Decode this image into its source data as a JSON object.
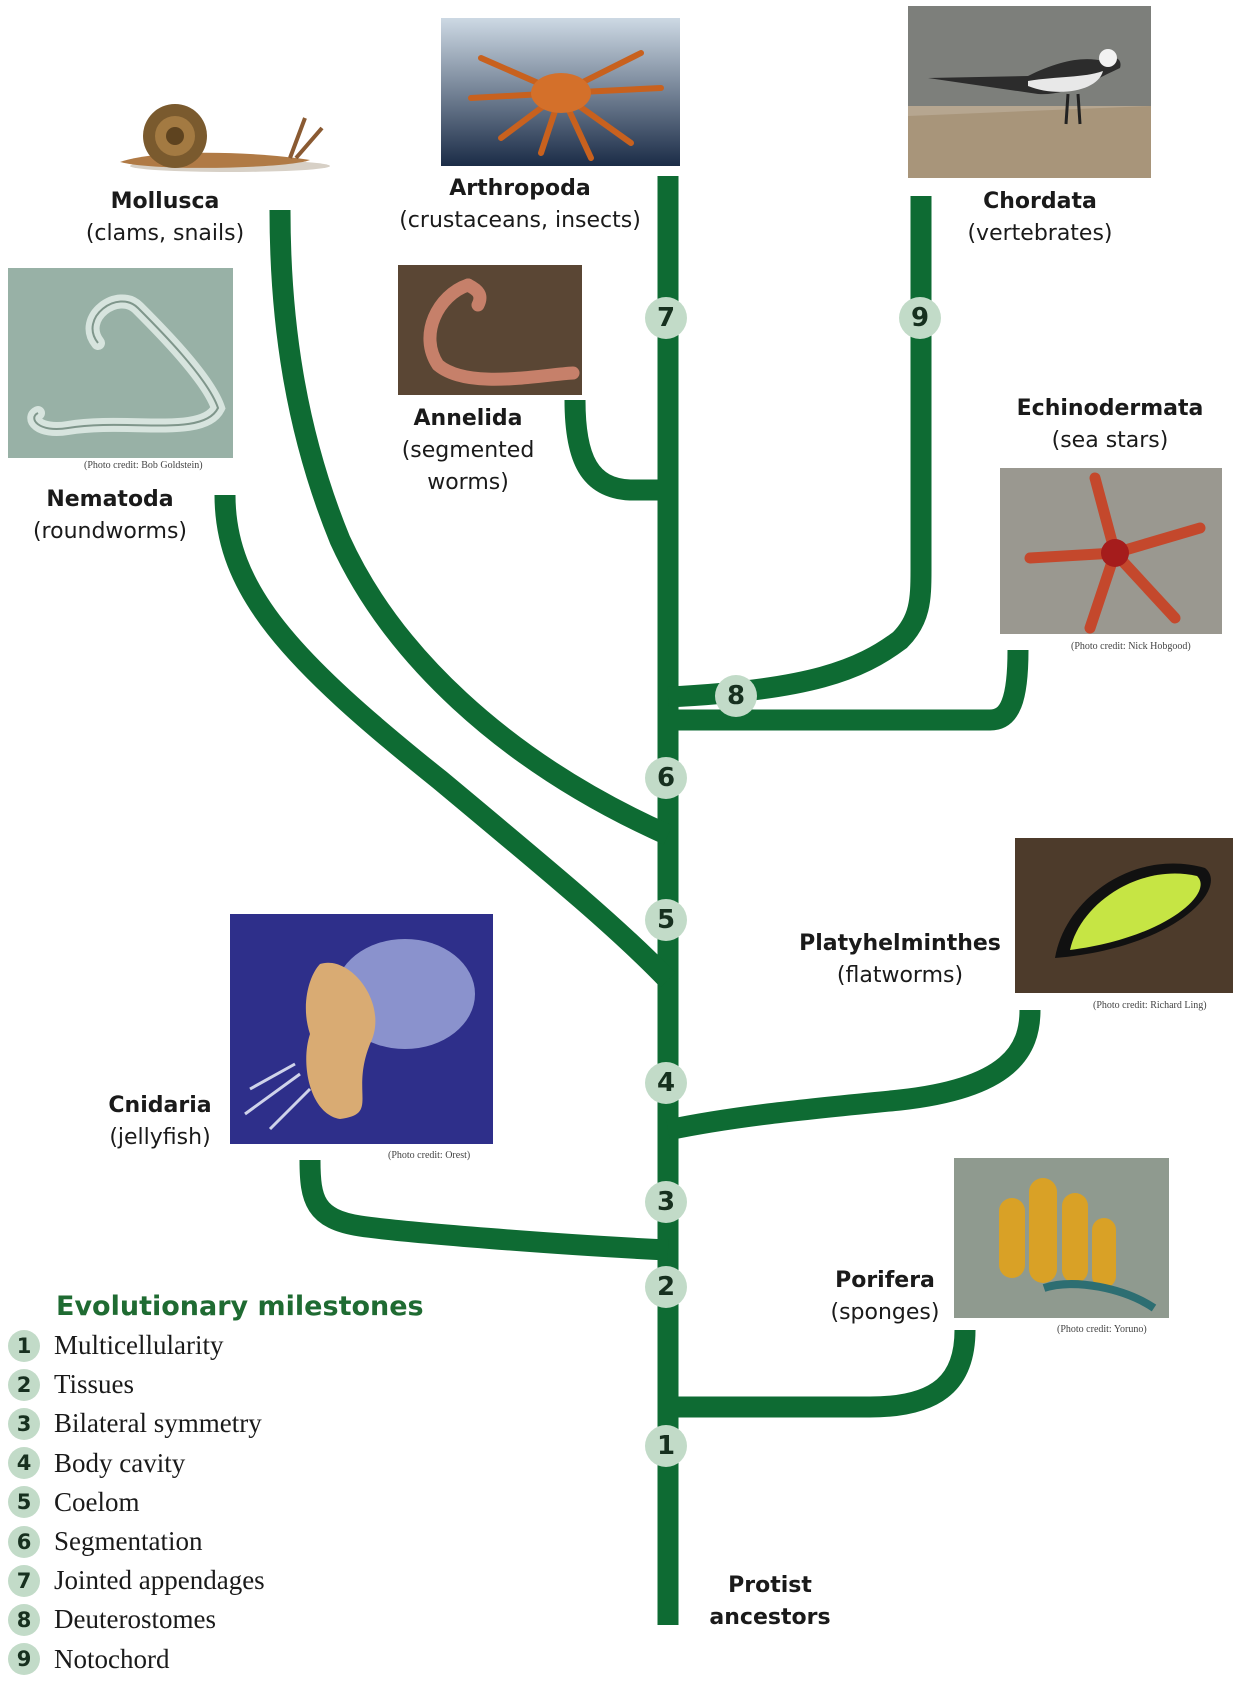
{
  "colors": {
    "branch": "#0e6b33",
    "milestone_badge": "#c2dbc8",
    "legend_title": "#1f6b32"
  },
  "root": {
    "name": "Protist",
    "name2": "ancestors"
  },
  "groups": {
    "mollusca": {
      "name": "Mollusca",
      "common": "(clams, snails)"
    },
    "arthropoda": {
      "name": "Arthropoda",
      "common": "(crustaceans, insects)"
    },
    "chordata": {
      "name": "Chordata",
      "common": "(vertebrates)"
    },
    "annelida": {
      "name": "Annelida",
      "common": "(segmented",
      "common2": "worms)"
    },
    "echinodermata": {
      "name": "Echinodermata",
      "common": "(sea stars)"
    },
    "nematoda": {
      "name": "Nematoda",
      "common": "(roundworms)"
    },
    "platyhelminthes": {
      "name": "Platyhelminthes",
      "common": "(flatworms)"
    },
    "cnidaria": {
      "name": "Cnidaria",
      "common": "(jellyfish)"
    },
    "porifera": {
      "name": "Porifera",
      "common": "(sponges)"
    }
  },
  "credits": {
    "nematoda": "(Photo credit: Bob Goldstein)",
    "echinodermata": "(Photo credit: Nick Hobgood)",
    "platyhelminthes": "(Photo credit: Richard Ling)",
    "cnidaria": "(Photo credit: Orest)",
    "porifera": "(Photo credit: Yoruno)"
  },
  "milestone_markers": [
    "1",
    "2",
    "3",
    "4",
    "5",
    "6",
    "7",
    "8",
    "9"
  ],
  "legend": {
    "title": "Evolutionary milestones",
    "items": [
      {
        "num": "1",
        "label": "Multicellularity"
      },
      {
        "num": "2",
        "label": "Tissues"
      },
      {
        "num": "3",
        "label": "Bilateral symmetry"
      },
      {
        "num": "4",
        "label": "Body cavity"
      },
      {
        "num": "5",
        "label": "Coelom"
      },
      {
        "num": "6",
        "label": "Segmentation"
      },
      {
        "num": "7",
        "label": "Jointed appendages"
      },
      {
        "num": "8",
        "label": "Deuterostomes"
      },
      {
        "num": "9",
        "label": "Notochord"
      }
    ]
  }
}
